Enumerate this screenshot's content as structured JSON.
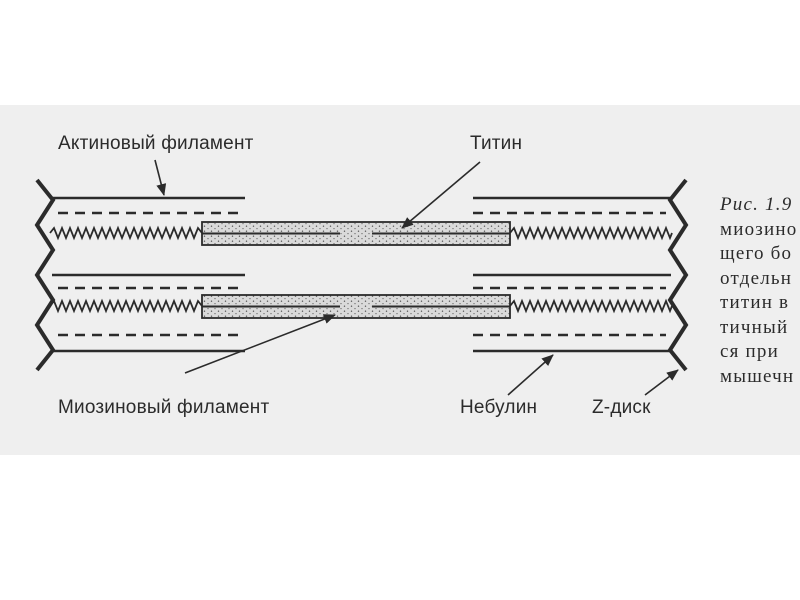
{
  "labels": {
    "actin": "Актиновый филамент",
    "titin": "Титин",
    "myosin": "Миозиновый филамент",
    "nebulin": "Небулин",
    "zdisk": "Z-диск"
  },
  "caption": {
    "lines": [
      "Рис. 1.9",
      "миозино",
      "щего бо",
      "отдельн",
      "титин в",
      "тичный",
      "ся при",
      "мышечн"
    ]
  },
  "colors": {
    "figure_bg": "#efefef",
    "ink": "#2b2b2b",
    "stipple_fill": "#d9d9d9"
  }
}
